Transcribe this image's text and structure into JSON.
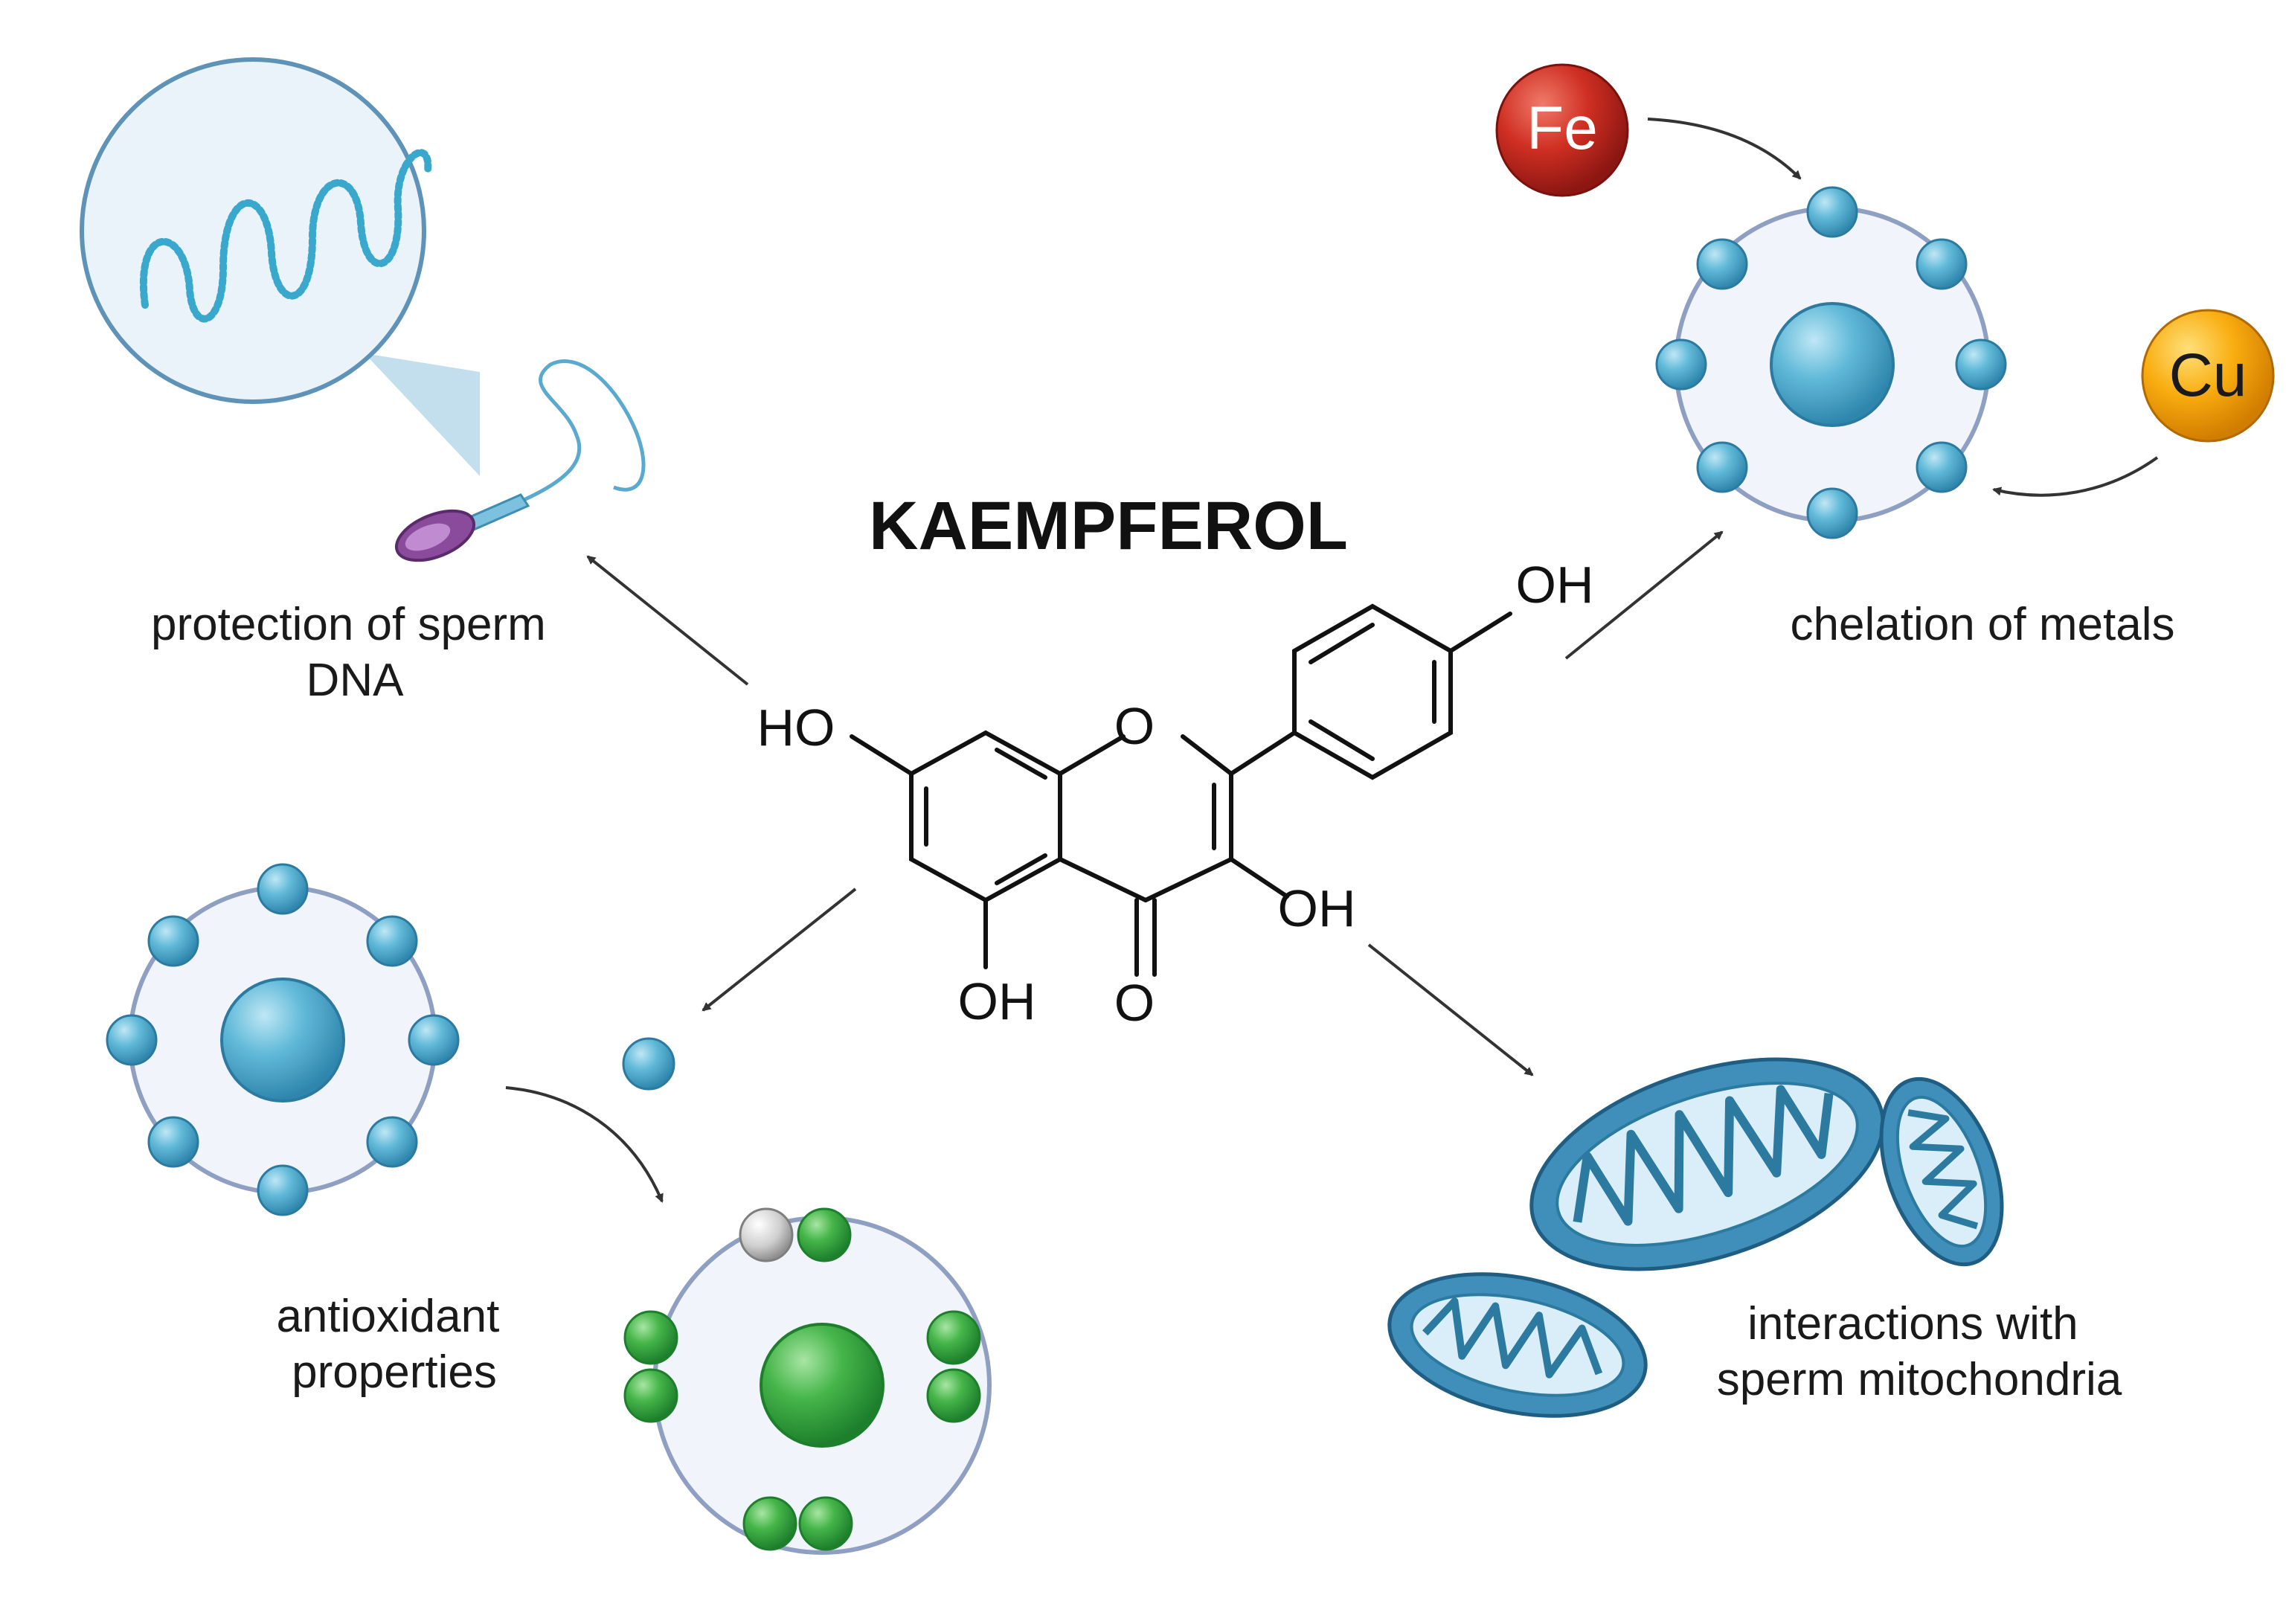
{
  "title": "KAEMPFEROL",
  "molecule": {
    "substituents": [
      "HO",
      "OH",
      "OH",
      "OH",
      "O",
      "O"
    ]
  },
  "effects": {
    "dna": {
      "lines": [
        "protection of sperm",
        "DNA"
      ]
    },
    "chelation": {
      "lines": [
        "chelation of metals"
      ]
    },
    "antioxidant": {
      "lines": [
        "antioxidant",
        "properties"
      ]
    },
    "mitochondria": {
      "lines": [
        "interactions with",
        "sperm mitochondria"
      ]
    }
  },
  "metals": {
    "iron": "Fe",
    "copper": "Cu"
  },
  "colors": {
    "atom_blue": "#5ab4d6",
    "atom_green": "#3fae4a",
    "atom_grey": "#c8c8c8",
    "iron_red": "#c62828",
    "copper_orange": "#f5a300",
    "mitochondria_blue": "#3e8fb8",
    "sperm_head": "#7b3f8c"
  }
}
